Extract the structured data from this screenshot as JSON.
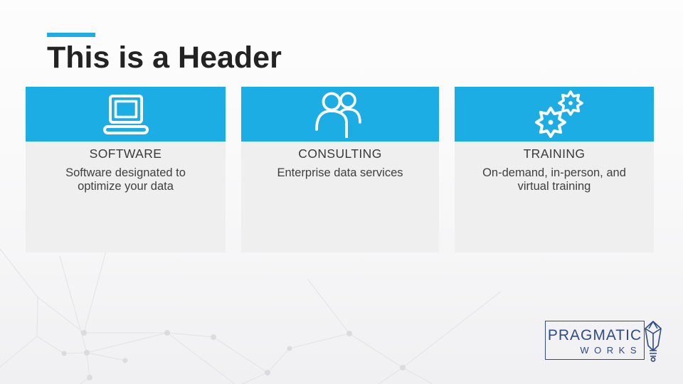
{
  "slide": {
    "title": "This is a Header",
    "cards": [
      {
        "icon": "laptop-icon",
        "title": "SOFTWARE",
        "description": "Software designated to optimize your data"
      },
      {
        "icon": "people-icon",
        "title": "CONSULTING",
        "description": "Enterprise data services"
      },
      {
        "icon": "gears-icon",
        "title": "TRAINING",
        "description": "On-demand, in-person, and virtual training"
      }
    ],
    "logo": {
      "primary": "PRAGMATIC",
      "secondary": "WORKS"
    },
    "colors": {
      "accent_blue": "#1cade4",
      "card_body_gray": "#efefef",
      "logo_navy": "#2e4b85",
      "title_text": "#232323",
      "body_text": "#3f3f3f"
    }
  }
}
